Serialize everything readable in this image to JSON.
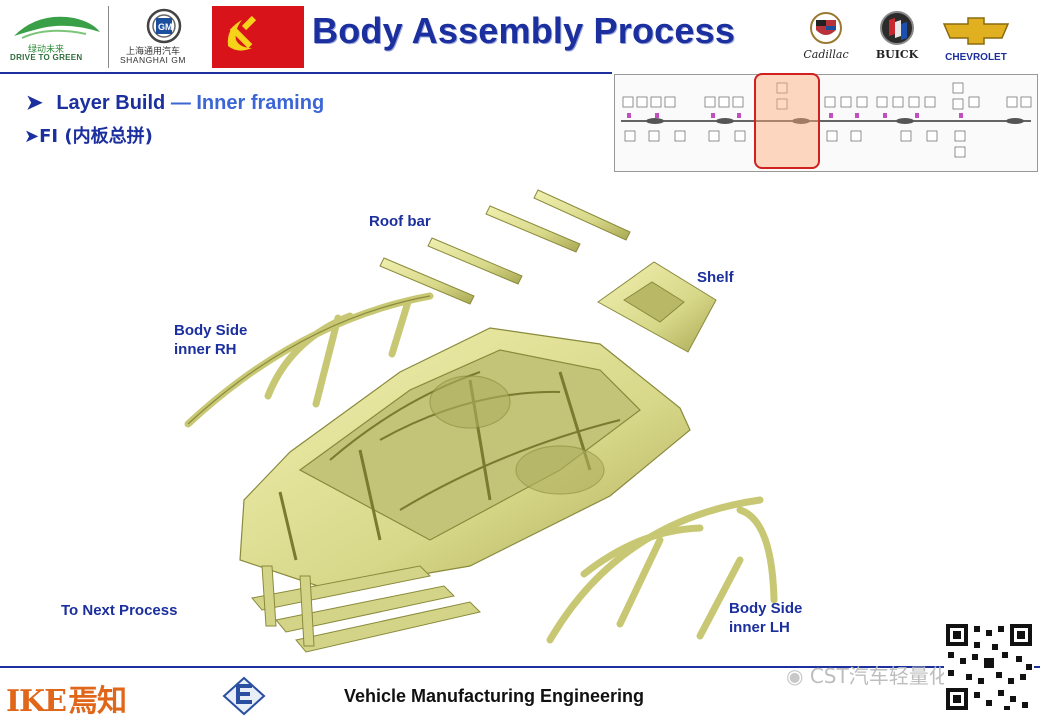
{
  "header": {
    "title": "Body Assembly Process",
    "logo_drive_cn": "绿动未来",
    "logo_drive_en": "DRIVE TO GREEN",
    "logo_sgm_cn": "上海通用汽车",
    "logo_sgm_en": "SHANGHAI GM",
    "brands": [
      "Cadillac",
      "BUICK",
      "CHEVROLET"
    ]
  },
  "bullets": {
    "b1_bold": "Layer Build",
    "b1_sep": "—",
    "b1_light": "Inner framing",
    "b2": "FI (内板总拼)"
  },
  "labels": {
    "roof_bar": "Roof bar",
    "shelf": "Shelf",
    "bs_rh_1": "Body Side",
    "bs_rh_2": "inner RH",
    "bs_lh_1": "Body Side",
    "bs_lh_2": "inner LH",
    "next": "To Next Process"
  },
  "footer": {
    "ike": "IKE",
    "ike_cn": "焉知",
    "text": "Vehicle Manufacturing Engineering",
    "watermark": "CST汽车轻量化"
  },
  "colors": {
    "title": "#1b2f9e",
    "accent": "#3c66d6",
    "part": "#d9d98a",
    "part_dark": "#9a9a3c",
    "flag": "#d8141a",
    "highlight": "#d02020"
  }
}
